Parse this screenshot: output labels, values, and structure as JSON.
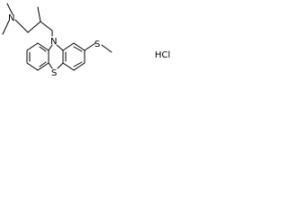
{
  "structure": {
    "atoms": {
      "amine_n": "N",
      "ring_n": "N",
      "ring_s": "S",
      "thioether_s": "S",
      "salt": "HCl"
    }
  },
  "colors": {
    "bond": "#000000",
    "label": "#000000",
    "background": "#ffffff"
  }
}
